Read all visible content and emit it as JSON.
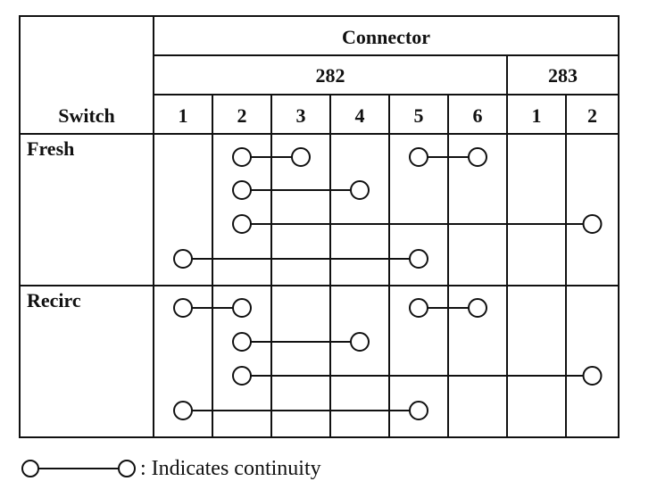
{
  "table": {
    "header_connector": "Connector",
    "header_switch": "Switch",
    "groups": [
      {
        "label": "282",
        "pins": [
          "1",
          "2",
          "3",
          "4",
          "5",
          "6"
        ]
      },
      {
        "label": "283",
        "pins": [
          "1",
          "2"
        ]
      }
    ]
  },
  "rows": [
    {
      "label": "Fresh",
      "lines": [
        {
          "connections": [
            [
              2,
              3
            ],
            [
              5,
              6
            ]
          ]
        },
        {
          "connections": [
            [
              2,
              4
            ]
          ]
        },
        {
          "connections": [
            [
              2,
              8
            ]
          ]
        },
        {
          "connections": [
            [
              1,
              5
            ]
          ]
        }
      ]
    },
    {
      "label": "Recirc",
      "lines": [
        {
          "connections": [
            [
              1,
              2
            ],
            [
              5,
              6
            ]
          ]
        },
        {
          "connections": [
            [
              2,
              4
            ]
          ]
        },
        {
          "connections": [
            [
              2,
              8
            ]
          ]
        },
        {
          "connections": [
            [
              1,
              5
            ]
          ]
        }
      ]
    }
  ],
  "legend": {
    "text": ": Indicates continuity"
  }
}
